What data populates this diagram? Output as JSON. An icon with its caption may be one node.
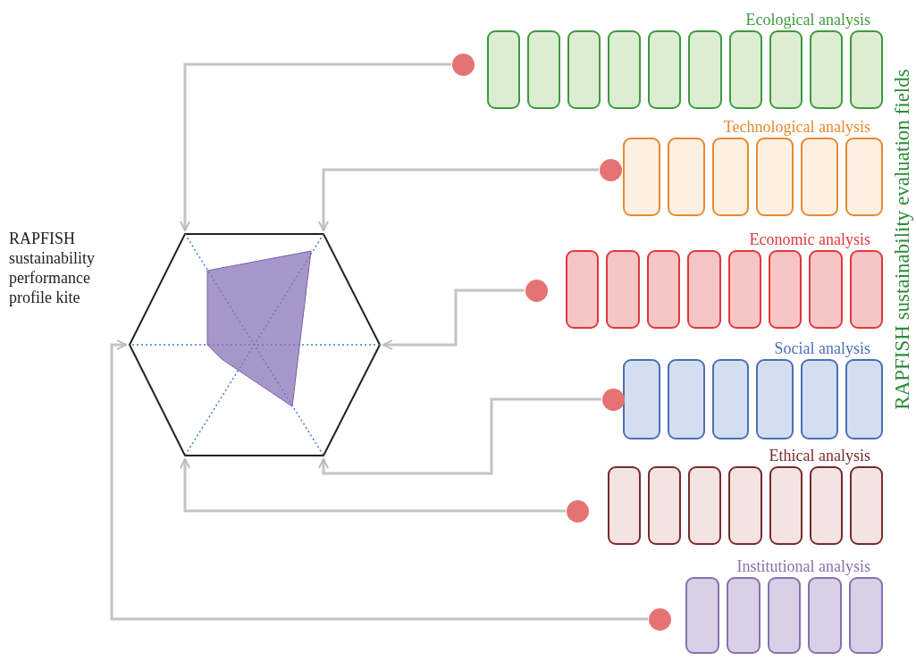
{
  "diagram": {
    "nodes": [
      {
        "text": [],
        "shape": "hexagon",
        "beside": [
          "RAPFISH sustainability performance profile kite"
        ]
      },
      {
        "text": [
          "Ecological analysis"
        ]
      },
      {
        "text": [],
        "shape": "circle"
      },
      {
        "text": [
          "Technological analysis"
        ]
      },
      {
        "text": [],
        "shape": "circle"
      },
      {
        "text": [
          "Economic analysis"
        ]
      },
      {
        "text": [],
        "shape": "circle"
      },
      {
        "text": [
          "Social analysis"
        ]
      },
      {
        "text": [],
        "shape": "circle"
      },
      {
        "text": [
          "Ethical analysis"
        ]
      },
      {
        "text": [],
        "shape": "circle"
      },
      {
        "text": [
          "Institutional analysis"
        ]
      },
      {
        "text": [],
        "shape": "circle"
      }
    ],
    "edges": [
      {
        "from": 2,
        "to": 0,
        "arrow": "to"
      },
      {
        "from": 4,
        "to": 0,
        "arrow": "to"
      },
      {
        "from": 6,
        "to": 0,
        "arrow": "to"
      },
      {
        "from": 8,
        "to": 0,
        "arrow": "to"
      },
      {
        "from": 10,
        "to": 0,
        "arrow": "to"
      },
      {
        "from": 12,
        "to": 0,
        "arrow": "to"
      }
    ],
    "labels": [
      "RAPFISH sustainability evaluation fields"
    ]
  }
}
